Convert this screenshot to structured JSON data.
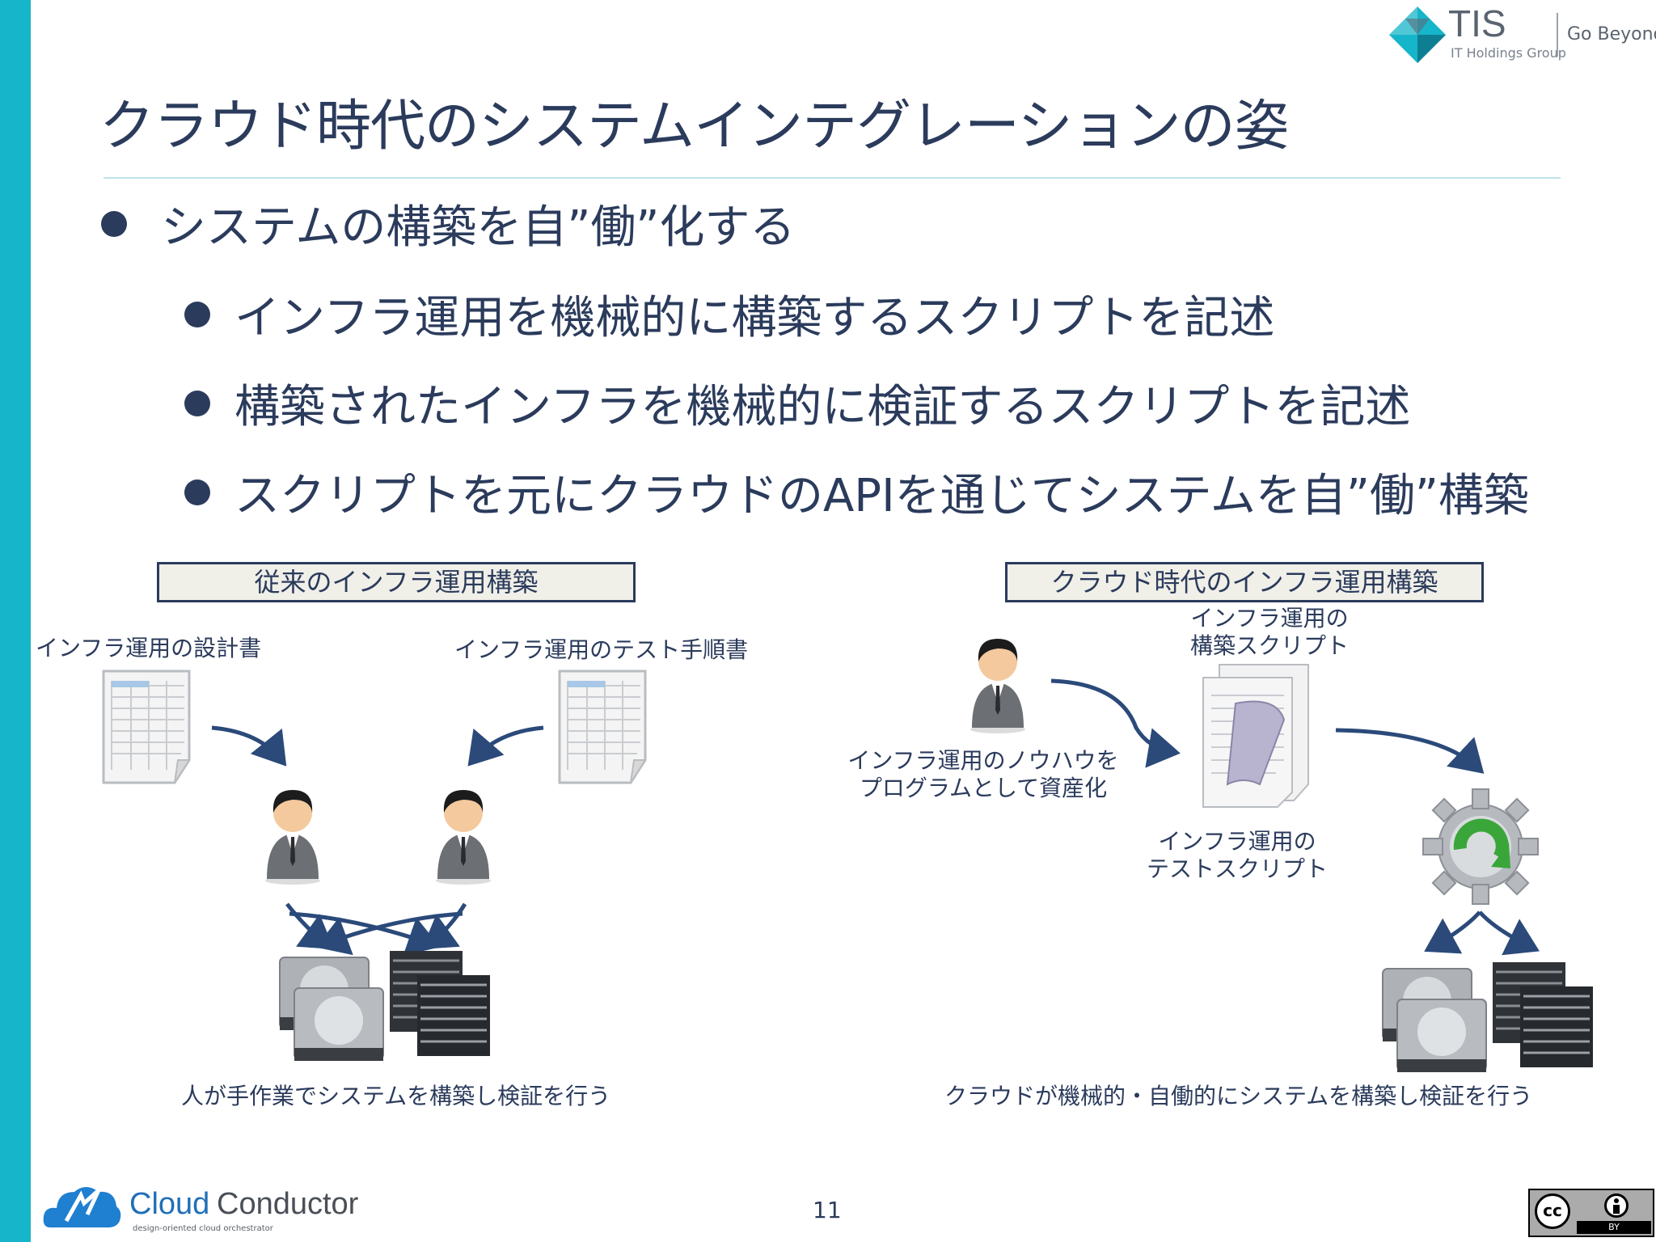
{
  "header": {
    "company": "TIS",
    "group": "IT Holdings Group",
    "slogan": "Go Beyond"
  },
  "slide": {
    "title": "クラウド時代のシステムインテグレーションの姿",
    "bullet": "システムの構築を自”働”化する",
    "sub_bullets": [
      "インフラ運用を機械的に構築するスクリプトを記述",
      "構築されたインフラを機械的に検証するスクリプトを記述",
      "スクリプトを元にクラウドのAPIを通じてシステムを自”働”構築"
    ]
  },
  "left_diagram": {
    "heading": "従来のインフラ運用構築",
    "doc_label_left": "インフラ運用の設計書",
    "doc_label_right": "インフラ運用のテスト手順書",
    "caption": "人が手作業でシステムを構築し検証を行う"
  },
  "right_diagram": {
    "heading": "クラウド時代のインフラ運用構築",
    "build_script_line1": "インフラ運用の",
    "build_script_line2": "構築スクリプト",
    "knowhow_line1": "インフラ運用のノウハウを",
    "knowhow_line2": "プログラムとして資産化",
    "test_script_line1": "インフラ運用の",
    "test_script_line2": "テストスクリプト",
    "caption": "クラウドが機械的・自働的にシステムを構築し検証を行う"
  },
  "footer": {
    "brand_cloud": "Cloud",
    "brand_conductor": "Conductor",
    "tagline": "design-oriented cloud orchestrator",
    "page_number": "11",
    "license_cc": "cc",
    "license_by": "BY"
  },
  "colors": {
    "accent": "#17b5c9",
    "text": "#2b3b5c",
    "arrow": "#2b4a7a"
  }
}
